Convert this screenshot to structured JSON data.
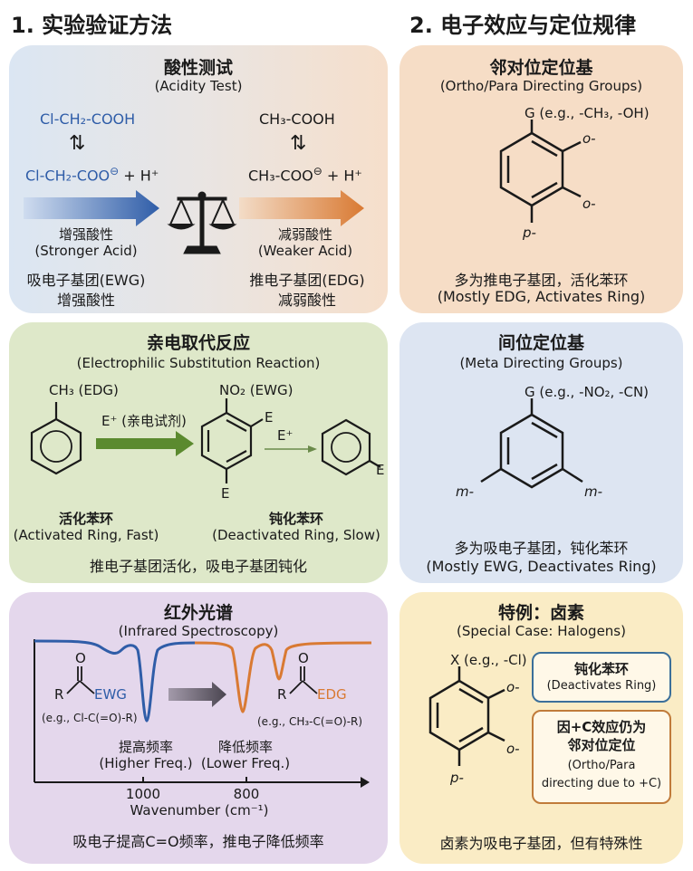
{
  "titles": {
    "left": "1. 实验验证方法",
    "right": "2. 电子效应与定位规律"
  },
  "acidity": {
    "title": "酸性测试",
    "subtitle": "(Acidity Test)",
    "left_acid": "Cl-CH₂-COOH",
    "left_base": "Cl-CH₂-COO",
    "right_acid": "CH₃-COOH",
    "right_base": "CH₃-COO",
    "h_plus": "+ H⁺",
    "charge": "⊖",
    "equilibrium": "⇅",
    "stronger_cn": "增强酸性",
    "stronger_en": "(Stronger Acid)",
    "weaker_cn": "减弱酸性",
    "weaker_en": "(Weaker Acid)",
    "ewg_line1": "吸电子基团(EWG)",
    "ewg_line2": "增强酸性",
    "edg_line1": "推电子基团(EDG)",
    "edg_line2": "减弱酸性"
  },
  "ortho_para": {
    "title": "邻对位定位基",
    "subtitle": "(Ortho/Para Directing Groups)",
    "substituent": "G (e.g., -CH₃, -OH)",
    "ortho1": "o-",
    "ortho2": "o-",
    "para": "p-",
    "note_cn": "多为推电子基团，活化苯环",
    "note_en": "(Mostly EDG, Activates Ring)"
  },
  "eas": {
    "title": "亲电取代反应",
    "subtitle": "(Electrophilic Substitution Reaction)",
    "ch3_label": "CH₃ (EDG)",
    "no2_label": "NO₂ (EWG)",
    "reagent": "E⁺ (亲电试剂)",
    "e_plus": "E⁺",
    "e1": "E",
    "e2": "E",
    "e3": "E",
    "activated_cn": "活化苯环",
    "activated_en": "(Activated Ring, Fast)",
    "deactivated_cn": "钝化苯环",
    "deactivated_en": "(Deactivated Ring, Slow)",
    "summary": "推电子基团活化，吸电子基团钝化"
  },
  "meta": {
    "title": "间位定位基",
    "subtitle": "(Meta Directing Groups)",
    "substituent": "G (e.g., -NO₂, -CN)",
    "meta1": "m-",
    "meta2": "m-",
    "note_cn": "多为吸电子基团，钝化苯环",
    "note_en": "(Mostly EWG, Deactivates Ring)"
  },
  "ir": {
    "title": "红外光谱",
    "subtitle": "(Infrared Spectroscopy)",
    "o1": "O",
    "r1": "R",
    "ewg": "EWG",
    "eg1": "(e.g., Cl-C(=O)-R)",
    "o2": "O",
    "r2": "R",
    "edg": "EDG",
    "eg2": "(e.g., CH₃-C(=O)-R)",
    "higher_cn": "提高频率",
    "higher_en": "(Higher Freq.)",
    "lower_cn": "降低频率",
    "lower_en": "(Lower Freq.)",
    "tick1": "1000",
    "tick2": "800",
    "axis_label": "Wavenumber (cm⁻¹)",
    "summary": "吸电子提高C=O频率，推电子降低频率"
  },
  "halogen": {
    "title": "特例：卤素",
    "subtitle": "(Special Case: Halogens)",
    "substituent": "X (e.g., -Cl)",
    "ortho1": "o-",
    "ortho2": "o-",
    "para": "p-",
    "box1_cn": "钝化苯环",
    "box1_en": "(Deactivates Ring)",
    "box2_cn1": "因+C效应仍为",
    "box2_cn2": "邻对位定位",
    "box2_en1": "(Ortho/Para",
    "box2_en2": "directing due to +C)",
    "note": "卤素为吸电子基团，但有特殊性"
  },
  "colors": {
    "blue": "#2f5da8",
    "orange": "#d97a33",
    "green": "#5b8a2f",
    "box_blue": "#3b6f9a",
    "box_orange": "#c07b3a"
  }
}
